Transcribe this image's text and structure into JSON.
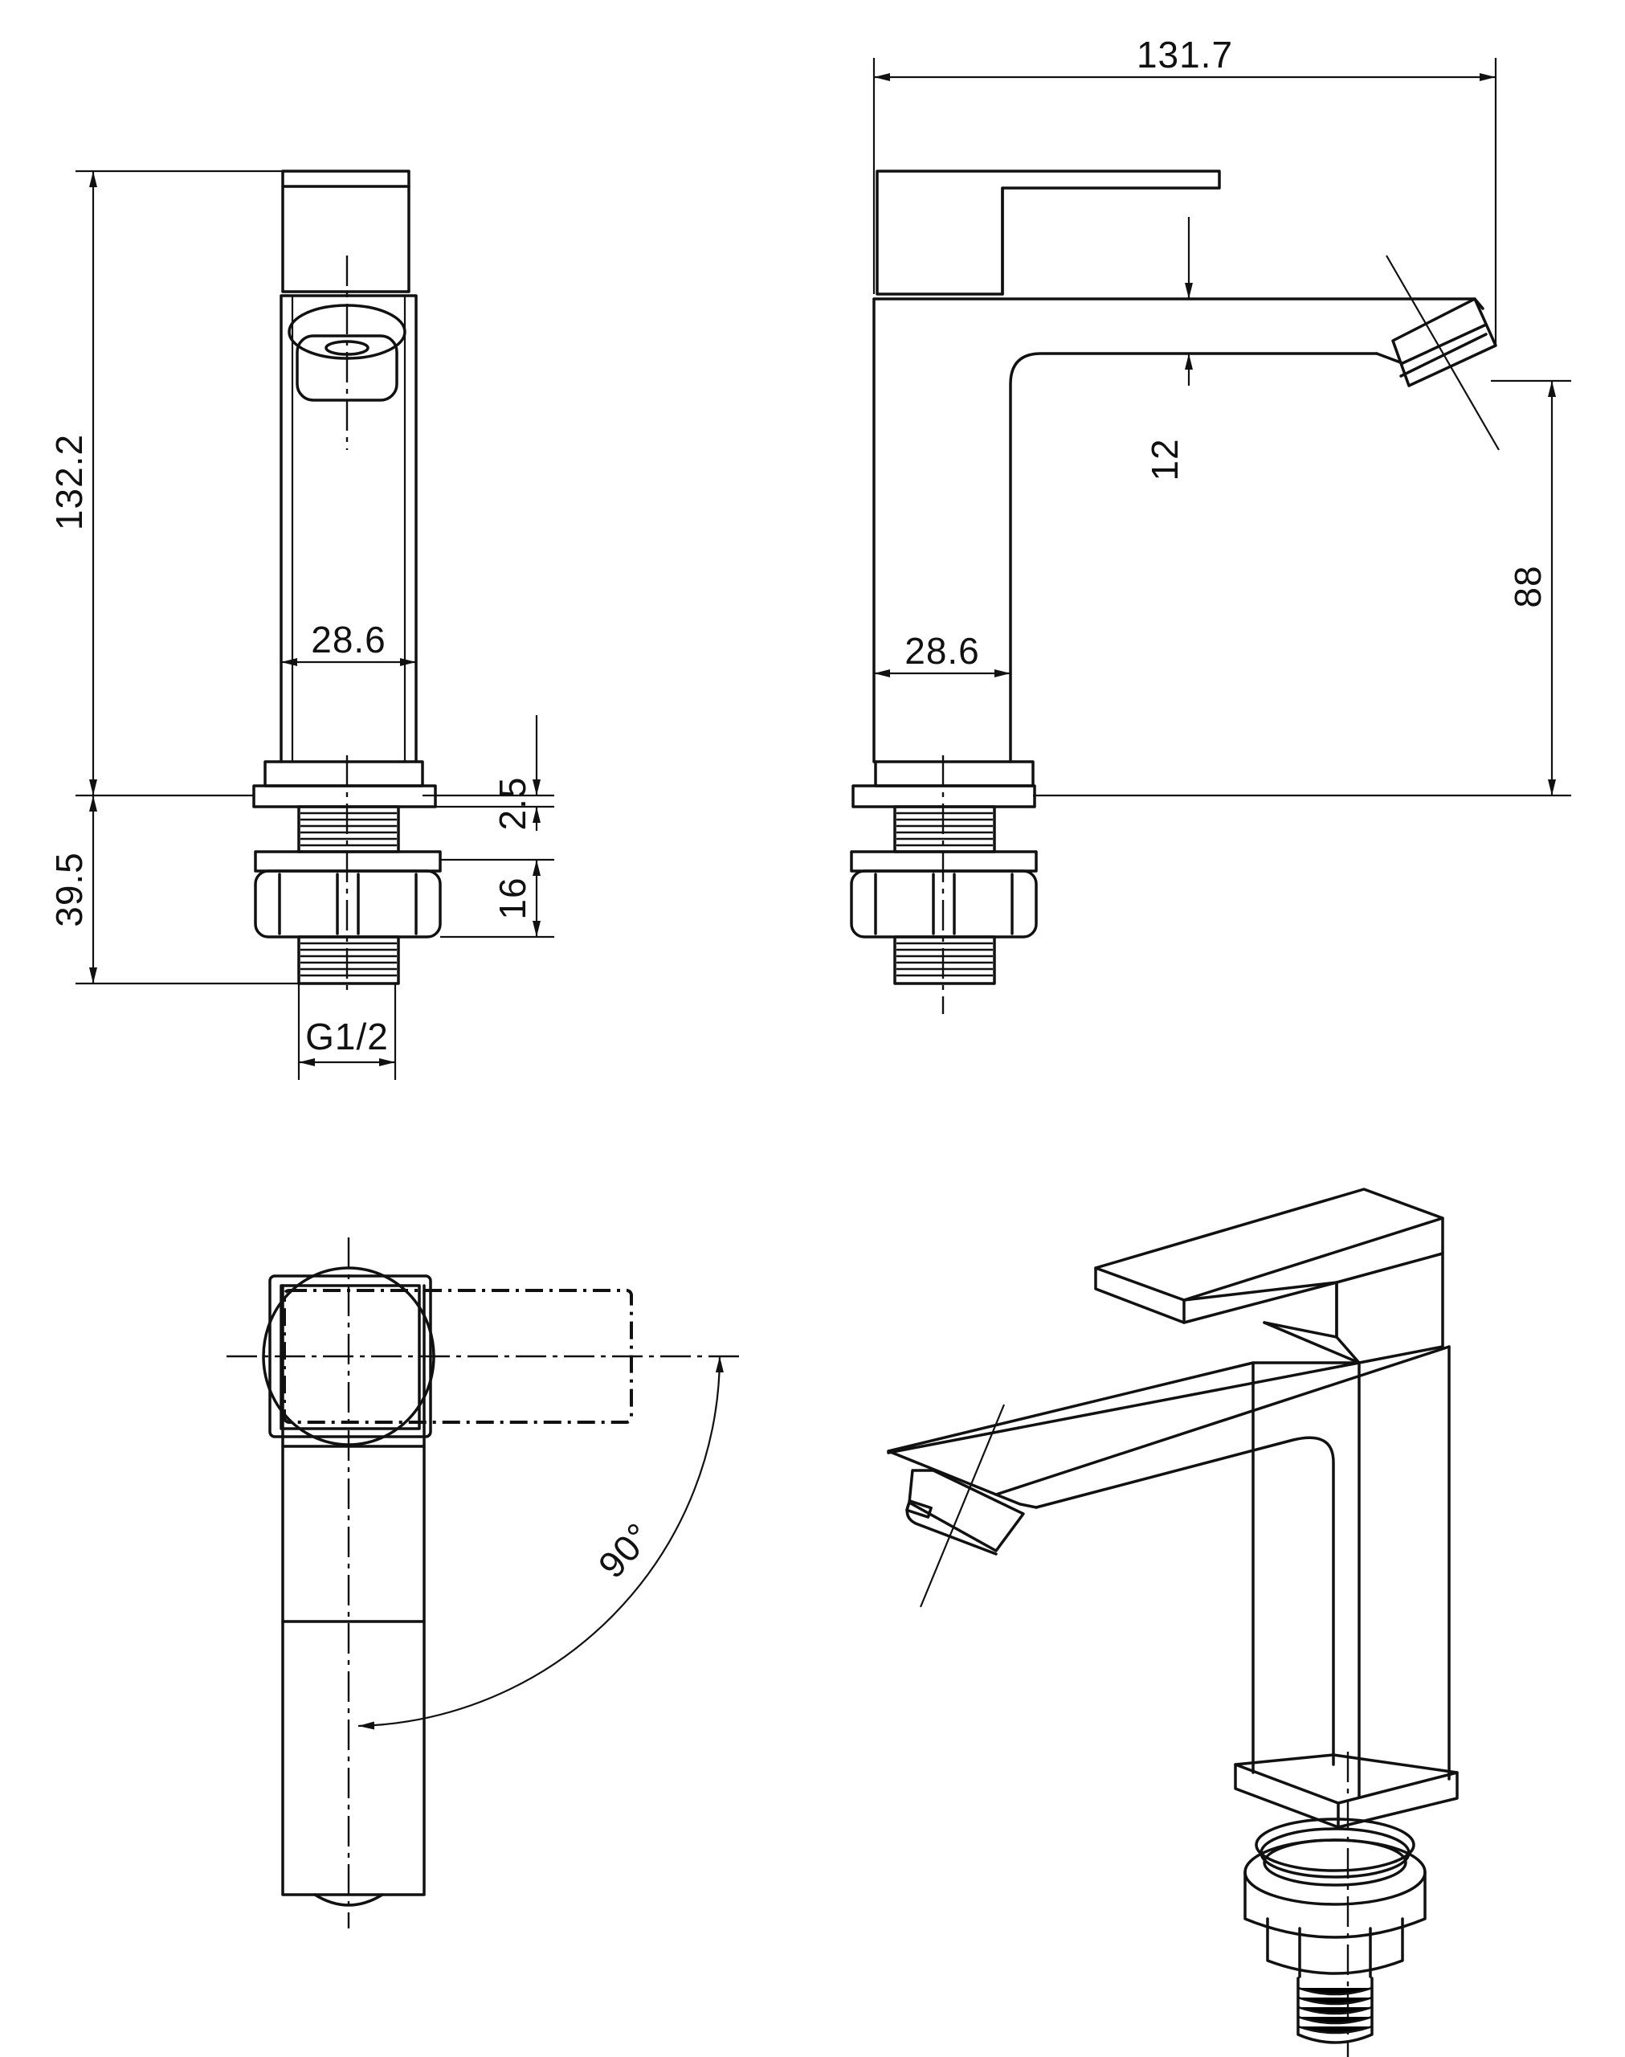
{
  "dimensions": {
    "height_total": "132.2",
    "base_width_front": "28.6",
    "base_width_side": "28.6",
    "overall_length": "131.7",
    "spout_thickness": "12",
    "spout_height": "88",
    "flange_thickness": "2.5",
    "nut_height": "16",
    "shank_length": "39.5",
    "thread_size": "G1/2",
    "handle_rotation": "90°"
  }
}
